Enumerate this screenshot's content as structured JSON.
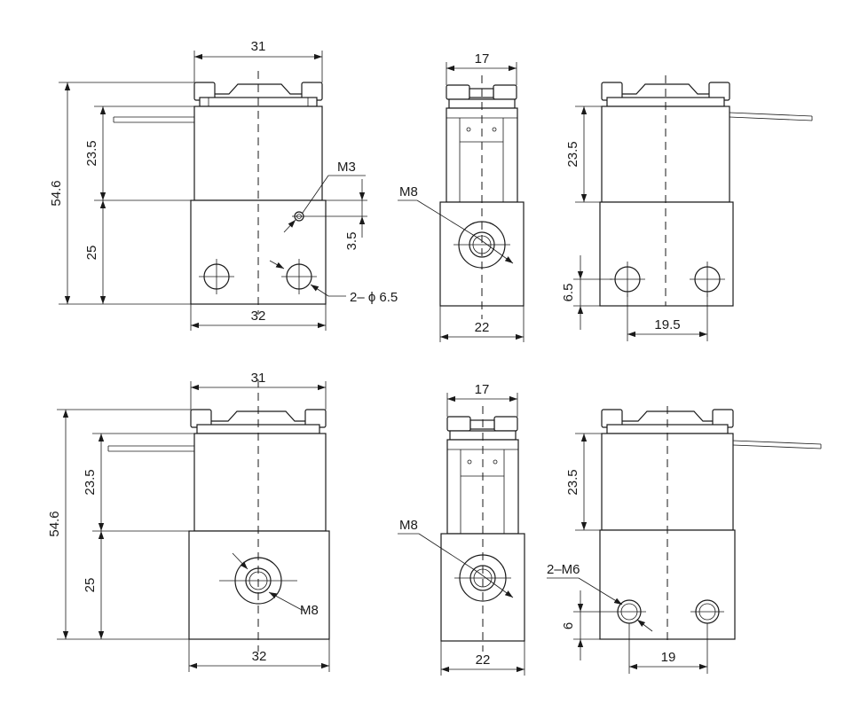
{
  "drawing": {
    "top_left": {
      "width_top": "31",
      "height_total": "54.6",
      "height_coil": "23.5",
      "height_body": "25",
      "width_bottom": "32",
      "thread_label": "M3",
      "thread_offset": "3.5",
      "holes_label": "2– ϕ 6.5"
    },
    "top_middle": {
      "width_top": "17",
      "port_label": "M8",
      "width_bottom": "22"
    },
    "top_right": {
      "height_coil": "23.5",
      "hole_height": "6.5",
      "hole_spacing": "19.5"
    },
    "bottom_left": {
      "width_top": "31",
      "height_total": "54.6",
      "height_coil": "23.5",
      "height_body": "25",
      "port_label": "M8",
      "width_bottom": "32"
    },
    "bottom_middle": {
      "width_top": "17",
      "port_label": "M8",
      "width_bottom": "22"
    },
    "bottom_right": {
      "height_coil": "23.5",
      "thread_label": "2–M6",
      "hole_height": "6",
      "hole_spacing": "19"
    }
  }
}
